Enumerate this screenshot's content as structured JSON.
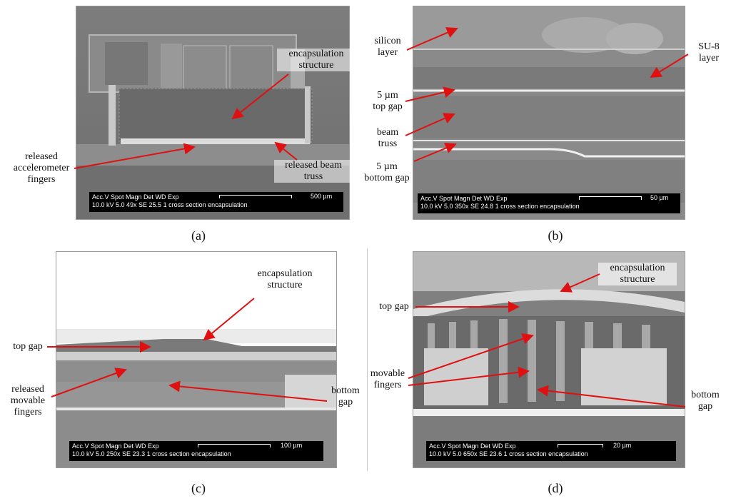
{
  "panels": [
    {
      "caption": "(a)",
      "meta_line1": "Acc.V  Spot Magn    Det  WD  Exp",
      "meta_line2": "10.0 kV 5.0   49x     SE   25.5  1      cross section encapsulation",
      "scale_label": "500 µm",
      "labels": {
        "encapsulation_structure": "encapsulation\nstructure",
        "released_accelerometer_fingers": "released\naccelerometer\nfingers",
        "released_beam_truss": "released beam\ntruss"
      }
    },
    {
      "caption": "(b)",
      "meta_line1": "Acc.V  Spot Magn    Det  WD  Exp",
      "meta_line2": "10.0 kV 5.0   350x    SE   24.8  1      cross section encapsulation",
      "scale_label": "50 µm",
      "labels": {
        "silicon_layer": "silicon\nlayer",
        "su8_layer": "SU-8\nlayer",
        "top_gap": "5 µm\ntop gap",
        "beam_truss": "beam\ntruss",
        "bottom_gap": "5 µm\nbottom gap"
      }
    },
    {
      "caption": "(c)",
      "meta_line1": "Acc.V  Spot Magn    Det  WD  Exp",
      "meta_line2": "10.0 kV 5.0   250x    SE   23.3  1      cross section encapsulation",
      "scale_label": "100 µm",
      "labels": {
        "encapsulation_structure": "encapsulation\nstructure",
        "top_gap": "top gap",
        "released_movable_fingers": "released\nmovable\nfingers",
        "bottom_gap": "bottom\ngap"
      }
    },
    {
      "caption": "(d)",
      "meta_line1": "Acc.V  Spot Magn    Det  WD  Exp",
      "meta_line2": "10.0 kV 5.0   650x    SE   23.6  1      cross section encapsulation",
      "scale_label": "20 µm",
      "labels": {
        "encapsulation_structure": "encapsulation\nstructure",
        "top_gap": "top gap",
        "movable_fingers": "movable\nfingers",
        "bottom_gap": "bottom\ngap"
      }
    }
  ],
  "colors": {
    "arrow": "#e01010"
  }
}
